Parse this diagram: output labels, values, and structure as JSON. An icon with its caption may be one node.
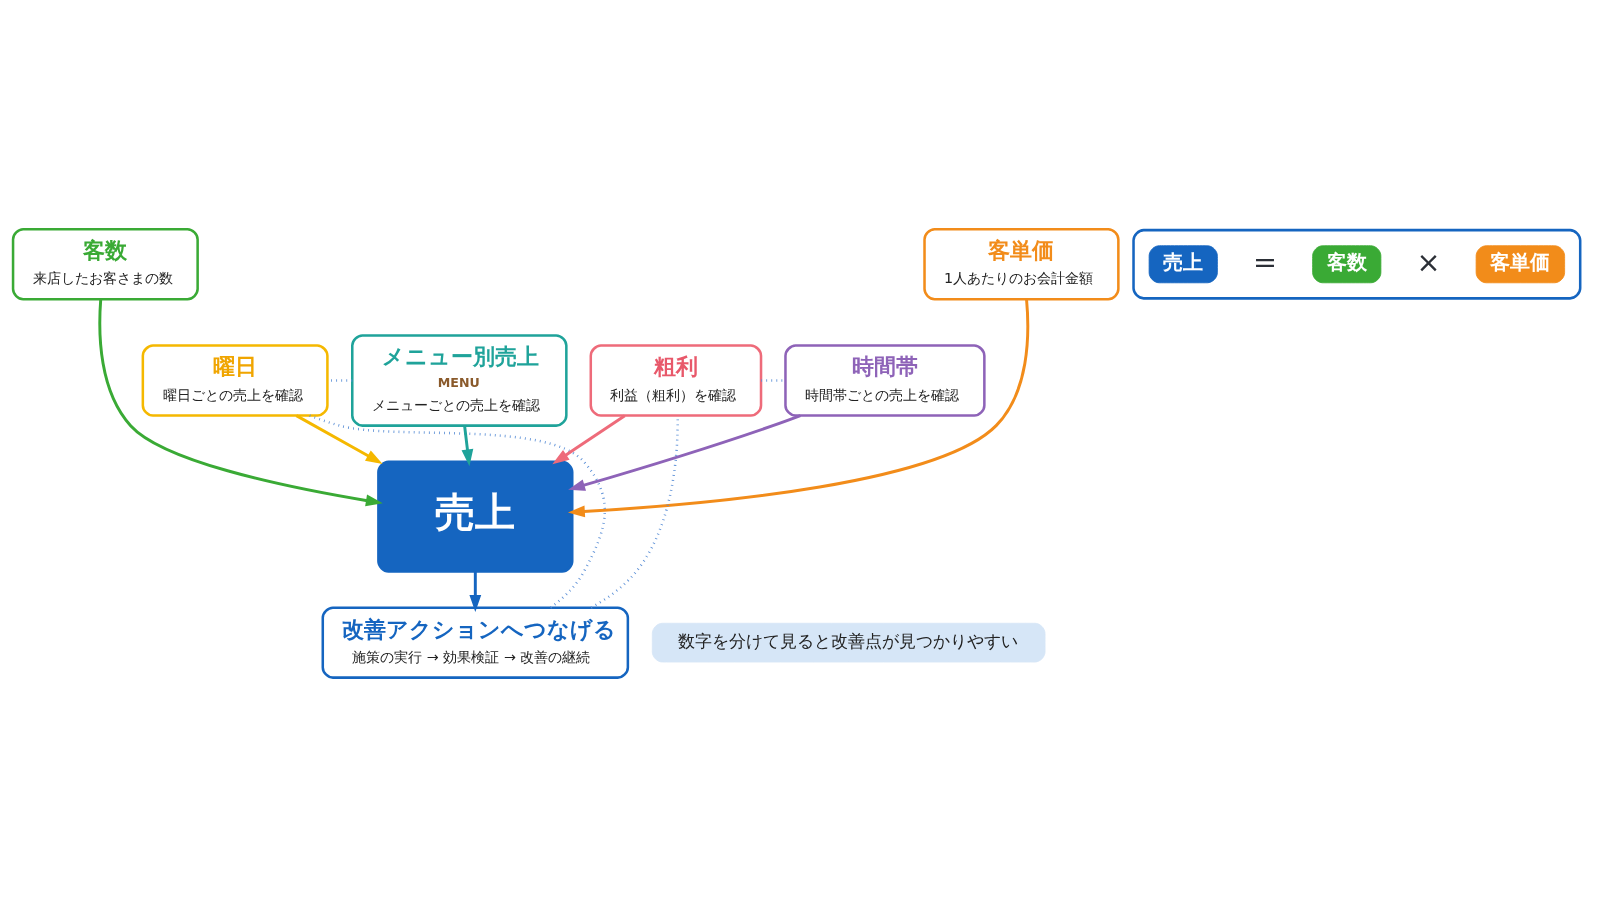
{
  "diagram": {
    "nodes": [
      {
        "text": [
          "客数",
          "来店したお客さまの数"
        ]
      },
      {
        "text": [],
        "shape": "box"
      },
      {
        "text": [
          "売上"
        ],
        "in": 1
      },
      {
        "text": [
          "客数"
        ],
        "in": 1
      },
      {
        "text": [
          "客単価"
        ],
        "in": 1
      },
      {
        "text": [
          "客単価",
          "1人あたりのお会計金額"
        ]
      },
      {
        "text": [
          "メニュー別売上",
          "MENU",
          "メニューごとの売上を確認"
        ]
      },
      {
        "text": [
          "売上"
        ]
      },
      {
        "text": [
          "時間帯",
          "時間帯ごとの売上を確認"
        ]
      },
      {
        "text": [
          "曜日",
          "曜日ごとの売上を確認"
        ]
      },
      {
        "text": [
          "改善アクションへつなげる",
          "施策の実行 → 効果検証 → 改善の継続"
        ]
      },
      {
        "text": [
          "粗利",
          "利益（粗利）を確認"
        ]
      },
      {
        "text": [
          "数字を分けて見ると改善点が見つかりやすい"
        ]
      }
    ],
    "edges": [
      {
        "from": 0,
        "to": 7,
        "arrow": "to",
        "color": "#3aaa35"
      },
      {
        "from": 5,
        "to": 7,
        "arrow": "to",
        "color": "#f28c1a"
      },
      {
        "from": 6,
        "to": 7,
        "arrow": "to",
        "color": "#1fa39a"
      },
      {
        "from": 8,
        "to": 7,
        "arrow": "to",
        "color": "#8e63b8"
      },
      {
        "from": 9,
        "to": 7,
        "arrow": "to",
        "color": "#f5b800"
      },
      {
        "from": 11,
        "to": 7,
        "arrow": "to",
        "color": "#ee6b7a"
      },
      {
        "from": 7,
        "to": 10,
        "arrow": "to",
        "color": "#1565c0"
      },
      {
        "from": 6,
        "to": 9,
        "arrow": "none",
        "style": "dashed",
        "color": "#5b8fd6"
      },
      {
        "from": 9,
        "to": 10,
        "arrow": "none",
        "style": "dashed",
        "color": "#5b8fd6"
      },
      {
        "from": 10,
        "to": 11,
        "arrow": "none",
        "style": "dashed",
        "color": "#5b8fd6"
      },
      {
        "from": 11,
        "to": 8,
        "arrow": "none",
        "style": "dashed",
        "color": "#5b8fd6"
      }
    ],
    "labels": [
      "=",
      "×"
    ]
  }
}
